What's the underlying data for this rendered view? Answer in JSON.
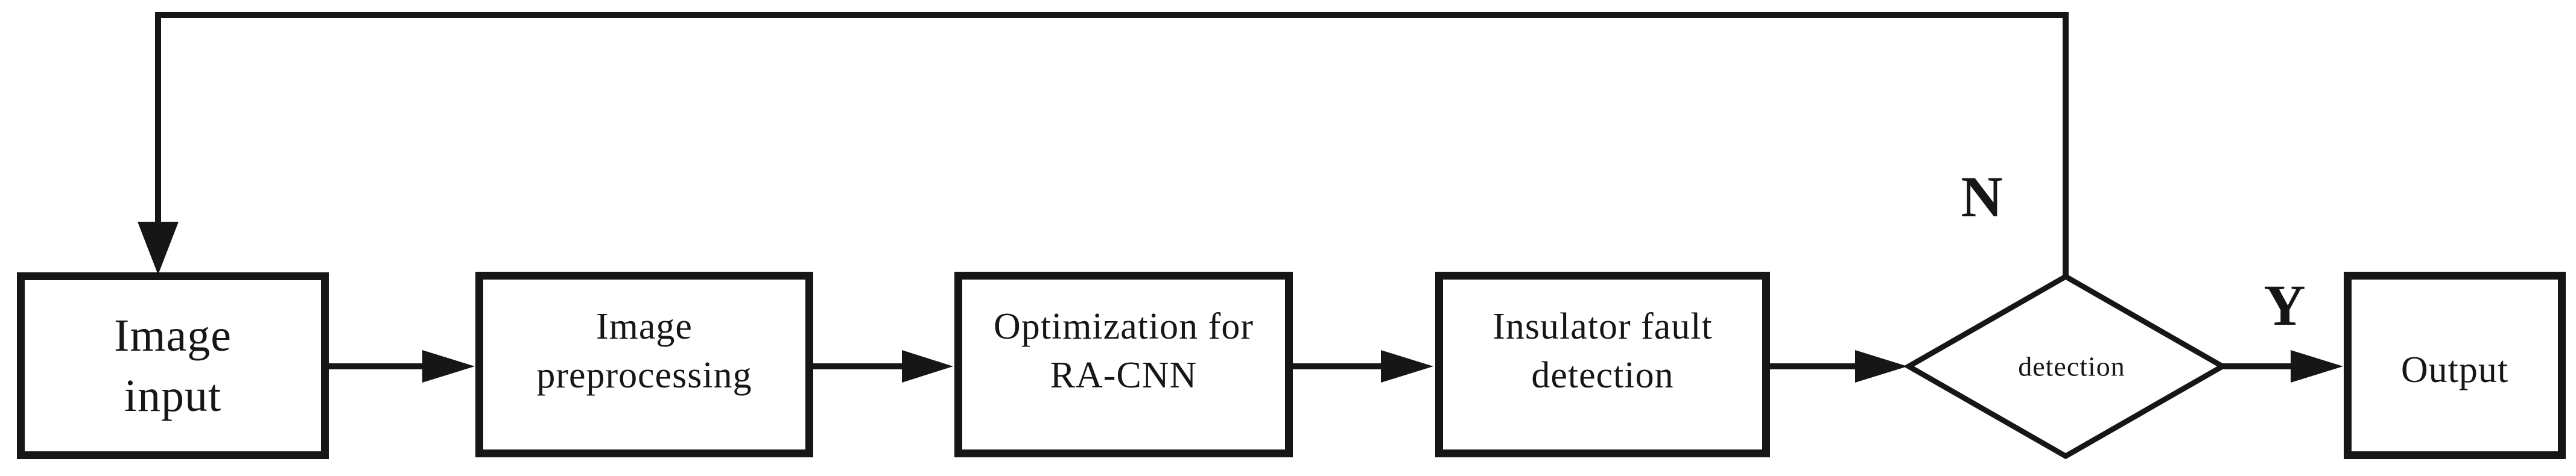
{
  "diagram": {
    "background_color": "#ffffff",
    "stroke_color": "#161616",
    "nodes": {
      "image_input": {
        "lines": [
          "Image",
          "input"
        ]
      },
      "image_preprocessing": {
        "lines": [
          "Image",
          "preprocessing"
        ]
      },
      "optimization_ra_cnn": {
        "lines": [
          "Optimization for",
          "RA-CNN"
        ]
      },
      "insulator_fault_detection": {
        "lines": [
          "Insulator fault",
          "detection"
        ]
      },
      "decision": {
        "label": "detection"
      },
      "output": {
        "label": "Output"
      }
    },
    "branch_labels": {
      "no": "N",
      "yes": "Y"
    }
  }
}
